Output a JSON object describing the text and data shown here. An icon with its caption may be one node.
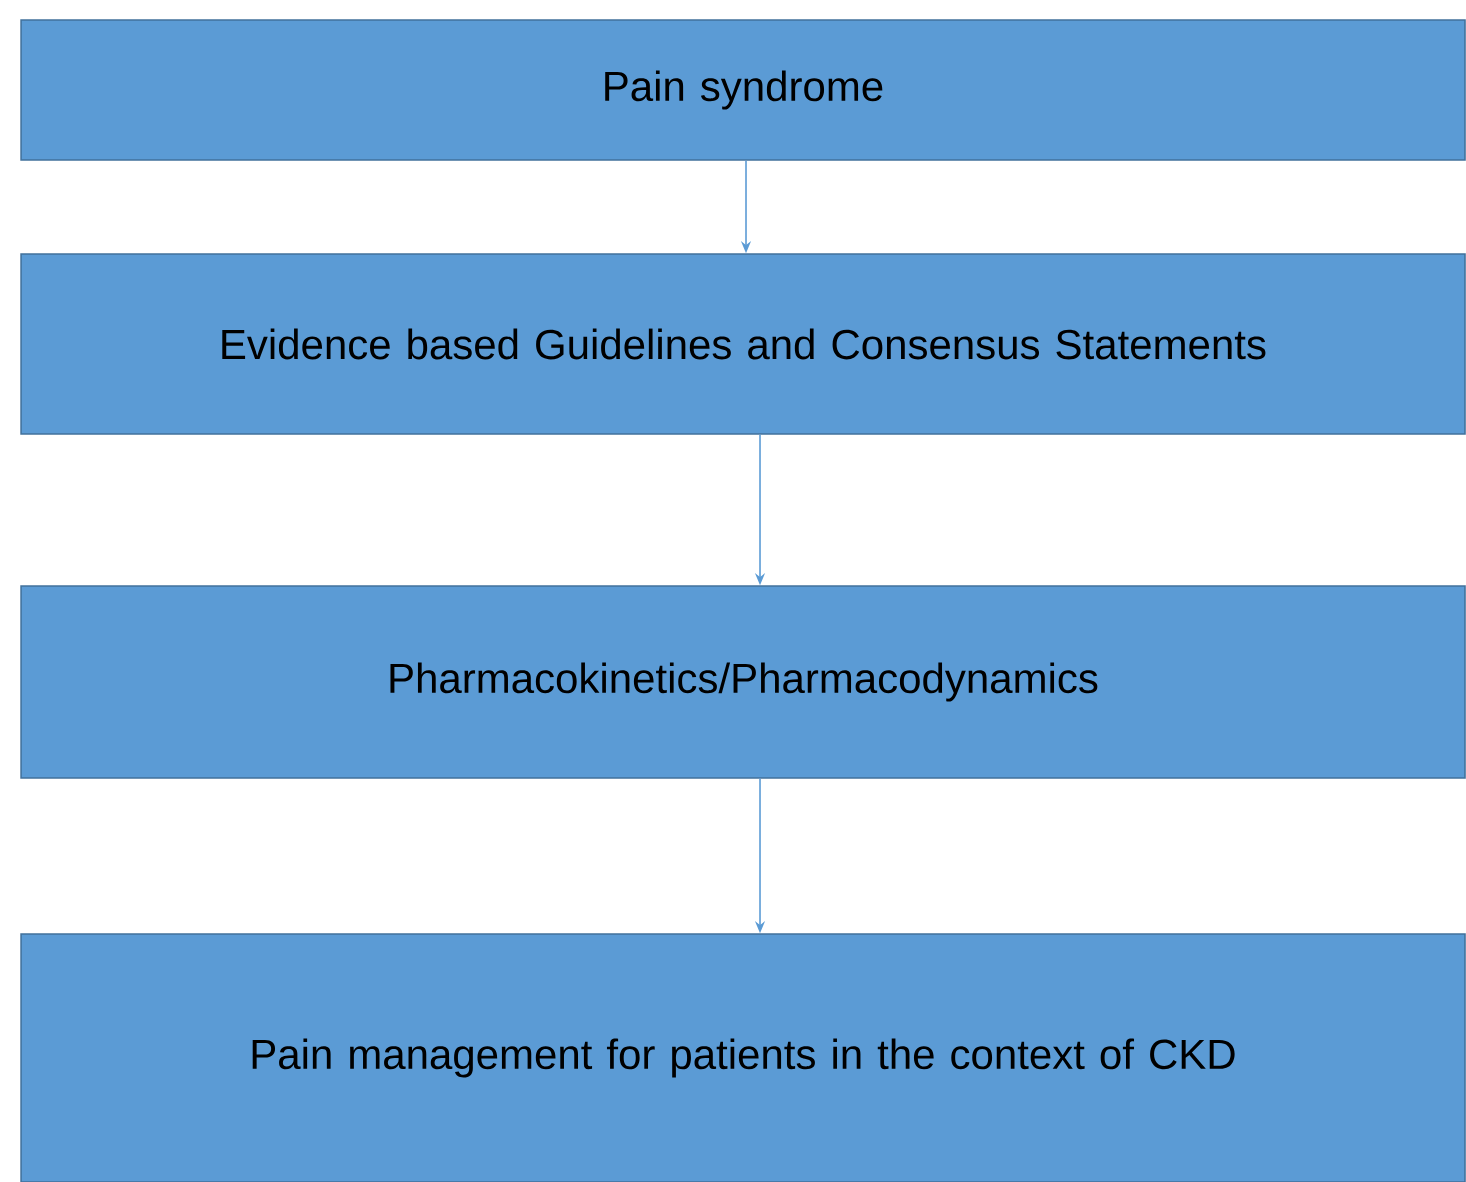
{
  "diagram": {
    "nodes": [
      {
        "text": [
          "Pain syndrome"
        ]
      },
      {
        "text": [
          "Evidence based Guidelines and Consensus Statements"
        ]
      },
      {
        "text": [
          "Pharmacokinetics/Pharmacodynamics"
        ]
      },
      {
        "text": [
          "Pain management for patients in the context of CKD"
        ]
      }
    ],
    "edges": [
      {
        "from": 0,
        "to": 1,
        "arrow": "to"
      },
      {
        "from": 1,
        "to": 2,
        "arrow": "to"
      },
      {
        "from": 2,
        "to": 3,
        "arrow": "to"
      }
    ]
  }
}
